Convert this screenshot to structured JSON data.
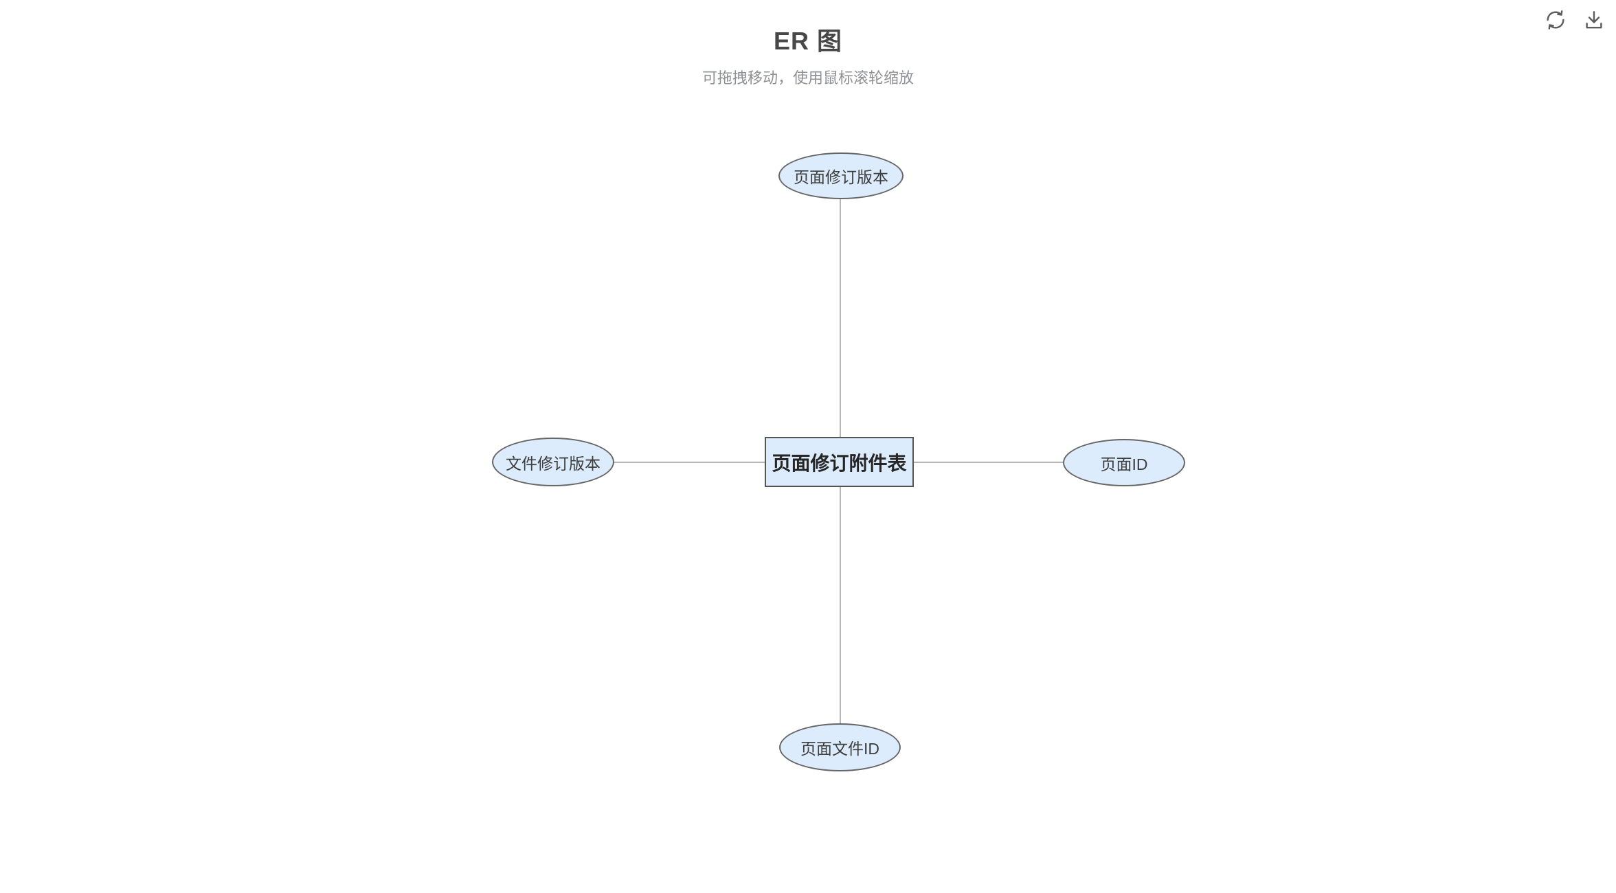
{
  "header": {
    "title": "ER 图",
    "subtitle": "可拖拽移动，使用鼠标滚轮缩放"
  },
  "toolbar": {
    "buttons": [
      {
        "name": "refresh",
        "icon": "refresh-icon"
      },
      {
        "name": "download",
        "icon": "download-icon"
      }
    ]
  },
  "diagram": {
    "type": "er-diagram",
    "entity": {
      "label": "页面修订附件表",
      "shape": "rectangle",
      "position": "center"
    },
    "attributes": [
      {
        "label": "页面修订版本",
        "shape": "ellipse",
        "position": "top"
      },
      {
        "label": "文件修订版本",
        "shape": "ellipse",
        "position": "left"
      },
      {
        "label": "页面ID",
        "shape": "ellipse",
        "position": "right"
      },
      {
        "label": "页面文件ID",
        "shape": "ellipse",
        "position": "bottom"
      }
    ],
    "edges": [
      {
        "from": "页面修订附件表",
        "to": "页面修订版本"
      },
      {
        "from": "页面修订附件表",
        "to": "文件修订版本"
      },
      {
        "from": "页面修订附件表",
        "to": "页面ID"
      },
      {
        "from": "页面修订附件表",
        "to": "页面文件ID"
      }
    ],
    "colors": {
      "node_fill": "#ddecfc",
      "entity_border": "#555555",
      "attribute_border": "#666666",
      "edge": "#b5b5b5",
      "entity_text": "#262626",
      "attribute_text": "#3d3d3d",
      "title_text": "#484848",
      "subtitle_text": "#8f9095",
      "icon": "#5c5c5c",
      "background": "#ffffff"
    }
  }
}
